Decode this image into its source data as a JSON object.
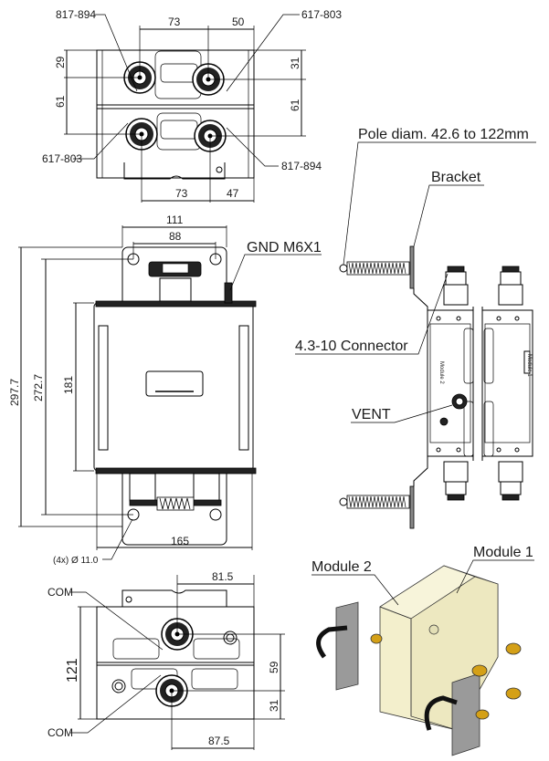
{
  "top_view": {
    "connector_labels": {
      "top_left": "817-894",
      "top_right": "617-803",
      "bottom_left": "617-803",
      "bottom_right": "817-894"
    },
    "dims": {
      "top_h1": "73",
      "top_h2": "50",
      "bottom_h1": "73",
      "bottom_h2": "47",
      "left_v1": "29",
      "left_v2": "61",
      "right_v1": "31",
      "right_v2": "61"
    }
  },
  "front_view": {
    "dims": {
      "width_outer": "111",
      "width_inner": "88",
      "height_total": "297.7",
      "height_holes": "272.7",
      "height_body": "181",
      "width_body": "165",
      "holes": "(4x) Ø 11.0"
    },
    "gnd_label": "GND M6X1"
  },
  "bottom_view": {
    "connector_labels": {
      "top": "COM",
      "bottom": "COM"
    },
    "dims": {
      "top_h": "81.5",
      "bottom_h": "87.5",
      "left_v": "121",
      "right_v1": "59",
      "right_v2": "31"
    }
  },
  "side_view": {
    "labels": {
      "pole": "Pole diam. 42.6 to 122mm",
      "bracket": "Bracket",
      "connector": "4.3-10 Connector",
      "vent": "VENT"
    },
    "module_texts": {
      "module2": "Module 2",
      "module1": "Module 1"
    }
  },
  "iso_view": {
    "labels": {
      "module1": "Module 1",
      "module2": "Module 2"
    },
    "colors": {
      "body": "#f3efcc",
      "connector": "#d4a017",
      "bracket": "#9a9a9a"
    }
  }
}
